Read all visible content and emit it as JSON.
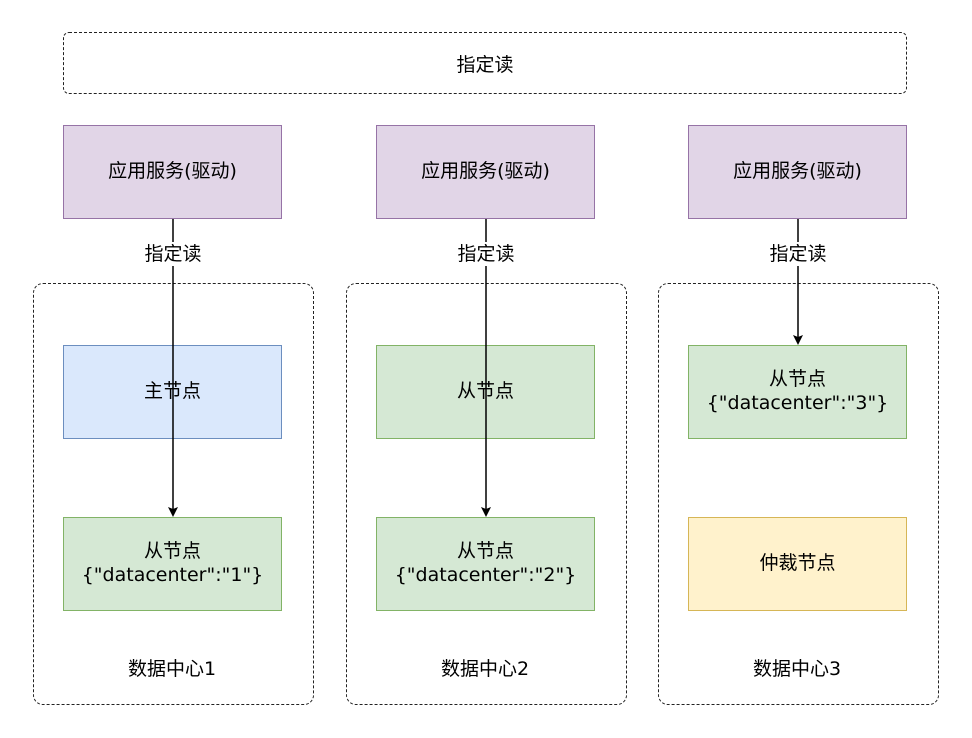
{
  "banner": "指定读",
  "service_label": "应用服务(驱动)",
  "edge_label": "指定读",
  "centers": [
    {
      "name": "数据中心1",
      "upper": {
        "title": "主节点",
        "tag": "",
        "kind": "primary"
      },
      "lower": {
        "title": "从节点",
        "tag": "{\"datacenter\":\"1\"}",
        "kind": "secondary"
      }
    },
    {
      "name": "数据中心2",
      "upper": {
        "title": "从节点",
        "tag": "",
        "kind": "secondary"
      },
      "lower": {
        "title": "从节点",
        "tag": "{\"datacenter\":\"2\"}",
        "kind": "secondary"
      }
    },
    {
      "name": "数据中心3",
      "upper": {
        "title": "从节点",
        "tag": "{\"datacenter\":\"3\"}",
        "kind": "secondary"
      },
      "lower": {
        "title": "仲裁节点",
        "tag": "",
        "kind": "arbiter"
      }
    }
  ],
  "colors": {
    "service_fill": "#e1d5e7",
    "service_stroke": "#9673a6",
    "primary_fill": "#dae8fc",
    "primary_stroke": "#6c8ebf",
    "secondary_fill": "#d5e8d4",
    "secondary_stroke": "#82b366",
    "arbiter_fill": "#fff2cc",
    "arbiter_stroke": "#d6b656"
  }
}
